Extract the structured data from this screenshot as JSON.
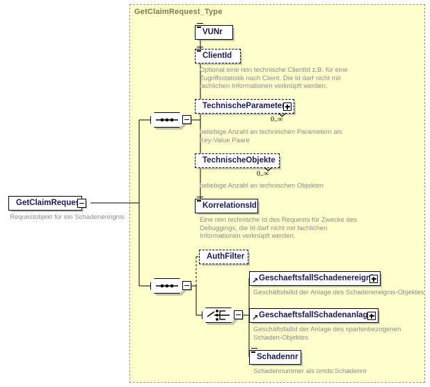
{
  "diagram": {
    "kind": "xsd-schema-diagram",
    "background_color": "#ffffff",
    "type_panel_color": "#ffffcc",
    "type_panel_border_color": "#9a9a7a",
    "node_text_color": "#1a1a4e",
    "annotation_color": "#8c8c8c",
    "title_color": "#7a7a52"
  },
  "type_container": {
    "title": "GetClaimRequest_Type"
  },
  "root": {
    "label": "GetClaimRequest",
    "annotation": "Requestobjekt für ein Schadenereignis",
    "expander": "minus-box",
    "border": "solid"
  },
  "compositors": [
    {
      "id": "seq-top",
      "kind": "sequence",
      "glyph": "sequence-icon",
      "expander": "minus-box"
    },
    {
      "id": "seq-bottom",
      "kind": "sequence",
      "glyph": "sequence-icon",
      "expander": "minus-box"
    },
    {
      "id": "choice",
      "kind": "choice",
      "glyph": "choice-icon",
      "expander": "minus-box"
    }
  ],
  "elements": [
    {
      "id": "vunr",
      "label": "VUNr",
      "border": "solid",
      "optional": false,
      "attribute_mark": true,
      "ref_mark": false,
      "expander": false,
      "cardinality": "",
      "annotation": ""
    },
    {
      "id": "clientid",
      "label": "ClientId",
      "border": "dashed",
      "optional": true,
      "attribute_mark": true,
      "ref_mark": false,
      "expander": false,
      "cardinality": "",
      "annotation": "Optional eine rein technische ClientId z.B. für eine\nZugriffsstatistik nach Client. Die Id darf nicht mit\nfachlichen Informationen verknüpft werden."
    },
    {
      "id": "technischeparameter",
      "label": "TechnischeParameter",
      "border": "dashed",
      "optional": true,
      "attribute_mark": false,
      "ref_mark": false,
      "expander": true,
      "cardinality": "0..∞",
      "annotation": "beliebige Anzahl an technischen Parametern als\nKey-Value Paare"
    },
    {
      "id": "technischeobjekte",
      "label": "TechnischeObjekte",
      "border": "dashed",
      "optional": true,
      "attribute_mark": false,
      "ref_mark": false,
      "expander": false,
      "cardinality": "0..∞",
      "annotation": "beliebige Anzahl an technischen Objekten"
    },
    {
      "id": "korrelationsid",
      "label": "KorrelationsId",
      "border": "solid",
      "optional": false,
      "attribute_mark": true,
      "ref_mark": false,
      "expander": false,
      "cardinality": "",
      "annotation": "Eine rein technische Id des Requests für Zwecke des\nDebuggings, die Id darf nicht mit fachlichen\nInformationen verknüpft werden."
    },
    {
      "id": "authfilter",
      "label": "AuthFilter",
      "border": "dashed",
      "optional": true,
      "attribute_mark": false,
      "ref_mark": false,
      "expander": false,
      "cardinality": "",
      "annotation": ""
    },
    {
      "id": "geschaeftsfallschadenereignis",
      "label": "GeschaeftsfallSchadenereignis",
      "border": "solid",
      "optional": false,
      "attribute_mark": false,
      "ref_mark": true,
      "expander": true,
      "cardinality": "",
      "annotation": "GeschäftsfallId der Anlage des Schadenereignis-Objektes"
    },
    {
      "id": "geschaeftsfallschadenanlage",
      "label": "GeschaeftsfallSchadenanlage",
      "border": "solid",
      "optional": false,
      "attribute_mark": false,
      "ref_mark": true,
      "expander": true,
      "cardinality": "",
      "annotation": "GeschäftsfallId der Anlage des spartenbezogenen\nSchaden-Objektes"
    },
    {
      "id": "schadennr",
      "label": "Schadennr",
      "border": "solid",
      "optional": false,
      "attribute_mark": true,
      "ref_mark": false,
      "expander": false,
      "cardinality": "",
      "annotation": "Schadennummer als omds:Schadennr"
    }
  ]
}
